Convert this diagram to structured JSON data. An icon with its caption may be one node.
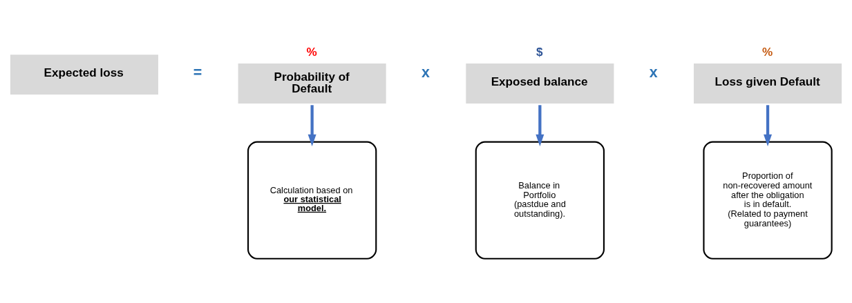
{
  "diagram": {
    "nodes": [
      {
        "text": [
          "Expected loss"
        ]
      },
      {
        "text": [
          "Probability of Default"
        ],
        "beside": [
          "%"
        ]
      },
      {
        "text": [
          "Exposed balance"
        ],
        "beside": [
          "$"
        ]
      },
      {
        "text": [
          "Loss given Default"
        ],
        "beside": [
          "%"
        ]
      },
      {
        "text": [
          "Calculation based on **our statistical model.**"
        ]
      },
      {
        "text": [
          "Balance in Portfolio (pastdue and outstanding)."
        ]
      },
      {
        "text": [
          "Proportion of non-recovered amount after the obligation is in default. (Related to payment guarantees)"
        ]
      }
    ],
    "edges": [
      {
        "from": 1,
        "to": 4,
        "arrow": "to"
      },
      {
        "from": 2,
        "to": 5,
        "arrow": "to"
      },
      {
        "from": 3,
        "to": 6,
        "arrow": "to"
      }
    ],
    "labels": [
      "=",
      "x",
      "x"
    ]
  }
}
